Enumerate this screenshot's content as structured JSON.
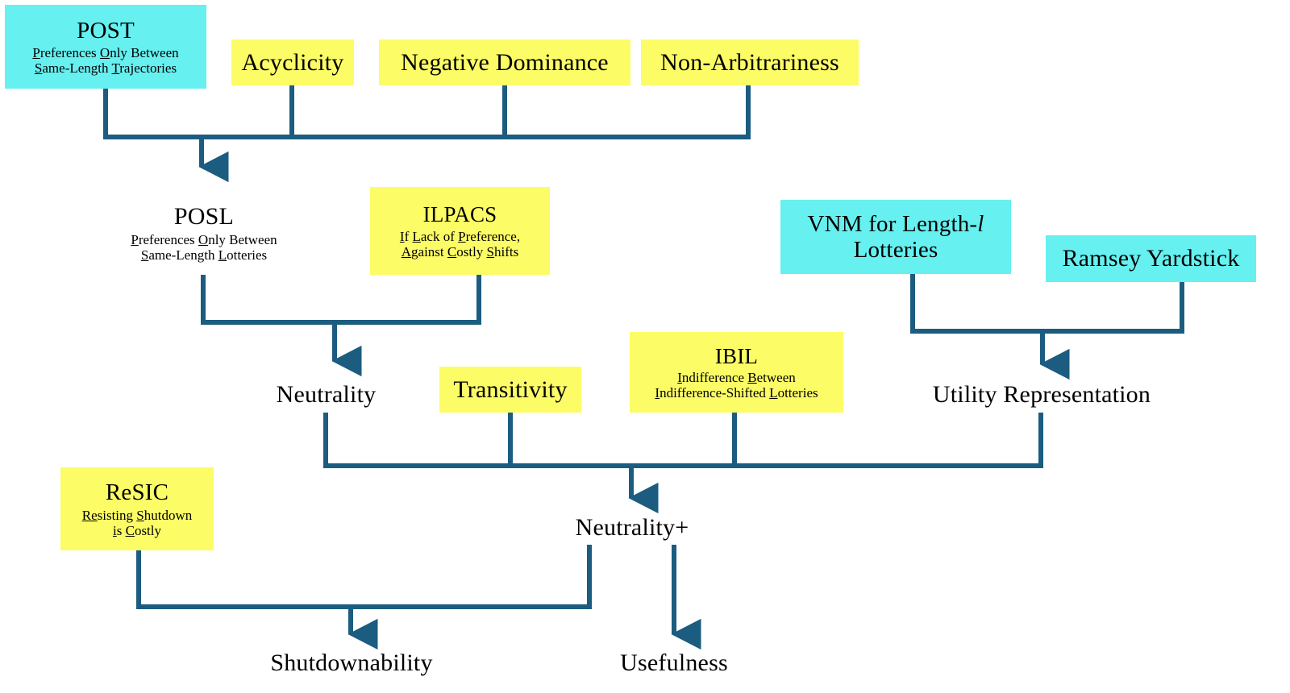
{
  "diagram": {
    "title": "Shutdownability and Usefulness Argument Flowchart",
    "colors": {
      "cyan_fill": "#66f0f0",
      "yellow_fill": "#fcfc66",
      "connector": "#1b5c80",
      "text": "#000000",
      "background": "#ffffff"
    }
  },
  "nodes": {
    "post": {
      "title": "POST",
      "sub_line1_parts": [
        {
          "t": "P",
          "u": true
        },
        {
          "t": "references ",
          "u": false
        },
        {
          "t": "O",
          "u": true
        },
        {
          "t": "nly Between",
          "u": false
        }
      ],
      "sub_line2_parts": [
        {
          "t": "S",
          "u": true
        },
        {
          "t": "ame-Length ",
          "u": false
        },
        {
          "t": "T",
          "u": true
        },
        {
          "t": "rajectories",
          "u": false
        }
      ],
      "sub_line1": "Preferences Only Between",
      "sub_line2": "Same-Length Trajectories",
      "fill": "cyan"
    },
    "acyclicity": {
      "title": "Acyclicity",
      "fill": "yellow"
    },
    "negative_dominance": {
      "title": "Negative Dominance",
      "fill": "yellow"
    },
    "non_arbitrariness": {
      "title": "Non-Arbitrariness",
      "fill": "yellow"
    },
    "posl": {
      "title": "POSL",
      "sub_line1_parts": [
        {
          "t": "P",
          "u": true
        },
        {
          "t": "references ",
          "u": false
        },
        {
          "t": "O",
          "u": true
        },
        {
          "t": "nly Between",
          "u": false
        }
      ],
      "sub_line2_parts": [
        {
          "t": "S",
          "u": true
        },
        {
          "t": "ame-Length ",
          "u": false
        },
        {
          "t": "L",
          "u": true
        },
        {
          "t": "otteries",
          "u": false
        }
      ],
      "sub_line1": "Preferences Only Between",
      "sub_line2": "Same-Length Lotteries",
      "fill": "none"
    },
    "ilpacs": {
      "title": "ILPACS",
      "sub_line1_parts": [
        {
          "t": "I",
          "u": true
        },
        {
          "t": "f ",
          "u": false
        },
        {
          "t": "L",
          "u": true
        },
        {
          "t": "ack of ",
          "u": false
        },
        {
          "t": "P",
          "u": true
        },
        {
          "t": "reference,",
          "u": false
        }
      ],
      "sub_line2_parts": [
        {
          "t": "A",
          "u": true
        },
        {
          "t": "gainst ",
          "u": false
        },
        {
          "t": "C",
          "u": true
        },
        {
          "t": "ostly ",
          "u": false
        },
        {
          "t": "S",
          "u": true
        },
        {
          "t": "hifts",
          "u": false
        }
      ],
      "sub_line1": "If Lack of Preference,",
      "sub_line2": "Against Costly Shifts",
      "fill": "yellow"
    },
    "vnm": {
      "title_line1_pre": "VNM for Length-",
      "title_line1_italic": "l",
      "title_line2": "Lotteries",
      "title": "VNM for Length-l Lotteries",
      "fill": "cyan"
    },
    "ramsey": {
      "title": "Ramsey Yardstick",
      "fill": "cyan"
    },
    "neutrality": {
      "title": "Neutrality",
      "fill": "none"
    },
    "transitivity": {
      "title": "Transitivity",
      "fill": "yellow"
    },
    "ibil": {
      "title": "IBIL",
      "sub_line1_parts": [
        {
          "t": "I",
          "u": true
        },
        {
          "t": "ndifference ",
          "u": false
        },
        {
          "t": "B",
          "u": true
        },
        {
          "t": "etween",
          "u": false
        }
      ],
      "sub_line2_parts": [
        {
          "t": "I",
          "u": true
        },
        {
          "t": "ndifference-Shifted ",
          "u": false
        },
        {
          "t": "L",
          "u": true
        },
        {
          "t": "otteries",
          "u": false
        }
      ],
      "sub_line1": "Indifference Between",
      "sub_line2": "Indifference-Shifted Lotteries",
      "fill": "yellow"
    },
    "utility_representation": {
      "title": "Utility Representation",
      "fill": "none"
    },
    "resic": {
      "title": "ReSIC",
      "sub_line1_parts": [
        {
          "t": "Re",
          "u": true
        },
        {
          "t": "sisting ",
          "u": false
        },
        {
          "t": "S",
          "u": true
        },
        {
          "t": "hutdown",
          "u": false
        }
      ],
      "sub_line2_parts": [
        {
          "t": "i",
          "u": true
        },
        {
          "t": "s ",
          "u": false
        },
        {
          "t": "C",
          "u": true
        },
        {
          "t": "ostly",
          "u": false
        }
      ],
      "sub_line1": "Resisting Shutdown",
      "sub_line2": "is Costly",
      "fill": "yellow"
    },
    "neutrality_plus": {
      "title": "Neutrality+",
      "fill": "none"
    },
    "shutdownability": {
      "title": "Shutdownability",
      "fill": "none"
    },
    "usefulness": {
      "title": "Usefulness",
      "fill": "none"
    }
  },
  "edges": [
    {
      "name": "post-group-to-posl",
      "from": [
        "post",
        "acyclicity",
        "negative_dominance",
        "non_arbitrariness"
      ],
      "to": "posl"
    },
    {
      "name": "posl-ilpacs-to-neutrality",
      "from": [
        "posl",
        "ilpacs"
      ],
      "to": "neutrality"
    },
    {
      "name": "vnm-ramsey-to-utility",
      "from": [
        "vnm",
        "ramsey"
      ],
      "to": "utility_representation"
    },
    {
      "name": "neutrality-group-to-neutrality-plus",
      "from": [
        "neutrality",
        "transitivity",
        "ibil",
        "utility_representation"
      ],
      "to": "neutrality_plus"
    },
    {
      "name": "resic-neutralityplus-to-shutdownability",
      "from": [
        "resic",
        "neutrality_plus"
      ],
      "to": "shutdownability"
    },
    {
      "name": "neutralityplus-to-usefulness",
      "from": [
        "neutrality_plus"
      ],
      "to": "usefulness"
    }
  ]
}
